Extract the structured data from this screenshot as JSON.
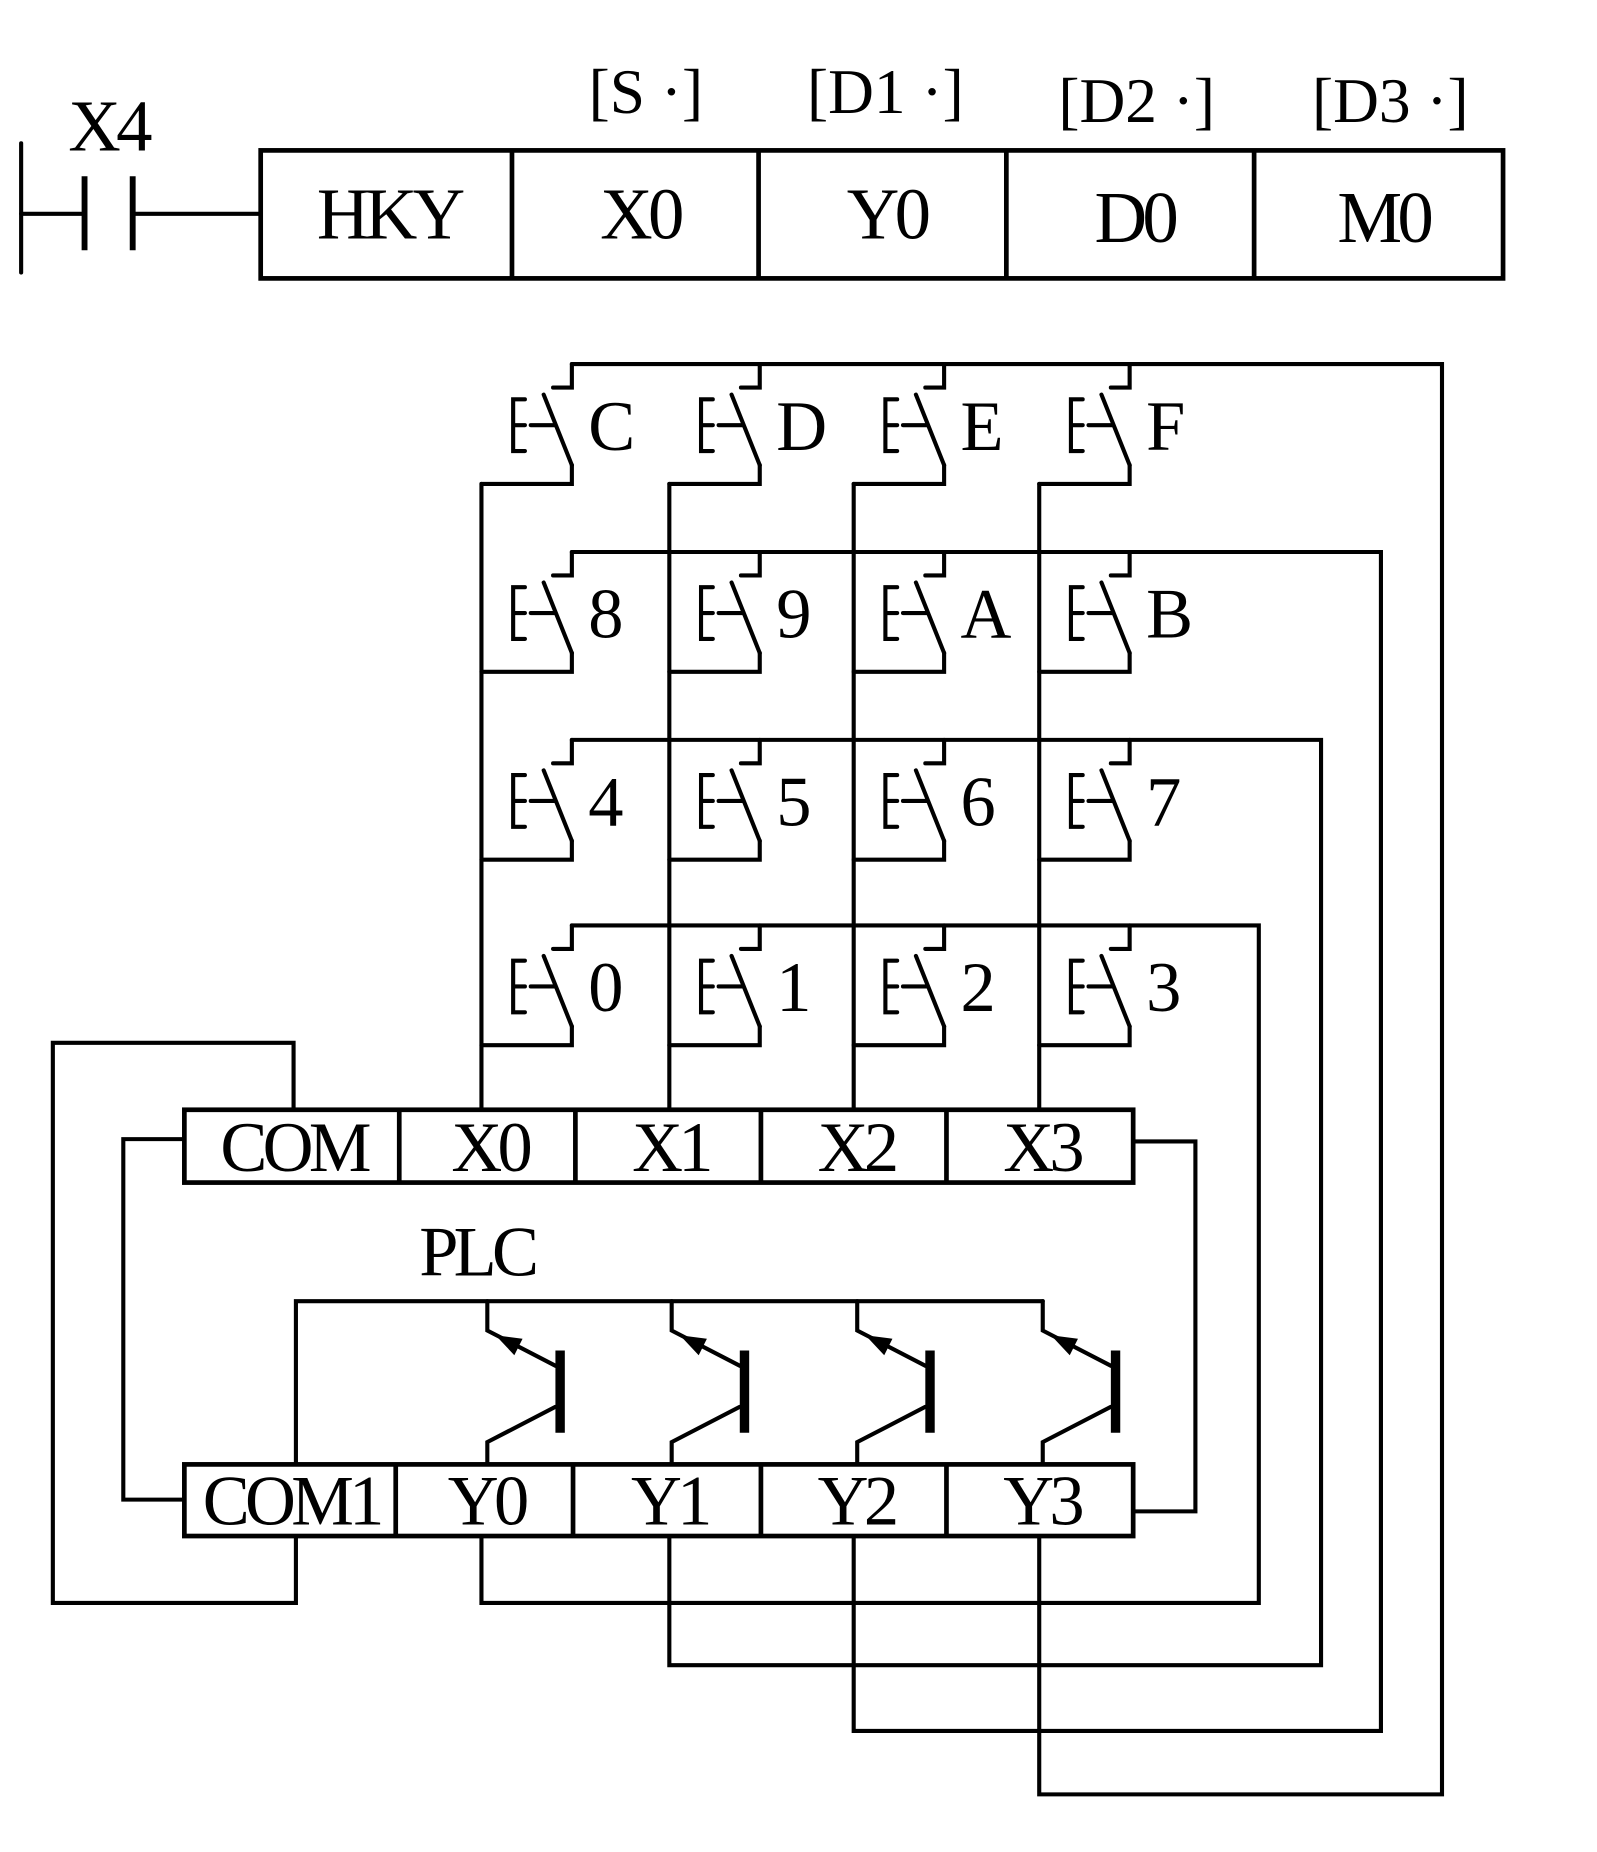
{
  "colors": {
    "ink": "#000000",
    "background": "#ffffff"
  },
  "ladder": {
    "contact_label": "X4",
    "instruction": [
      "HKY",
      "X0",
      "Y0",
      "D0",
      "M0"
    ],
    "operand_labels": [
      "[S ·]",
      "[D1 ·]",
      "[D2 ·]",
      "[D3 ·]"
    ]
  },
  "keypad": {
    "rows": [
      [
        "C",
        "D",
        "E",
        "F"
      ],
      [
        "8",
        "9",
        "A",
        "B"
      ],
      [
        "4",
        "5",
        "6",
        "7"
      ],
      [
        "0",
        "1",
        "2",
        "3"
      ]
    ]
  },
  "plc": {
    "label": "PLC",
    "inputs": [
      "COM",
      "X0",
      "X1",
      "X2",
      "X3"
    ],
    "outputs": [
      "COM1",
      "Y0",
      "Y1",
      "Y2",
      "Y3"
    ]
  }
}
